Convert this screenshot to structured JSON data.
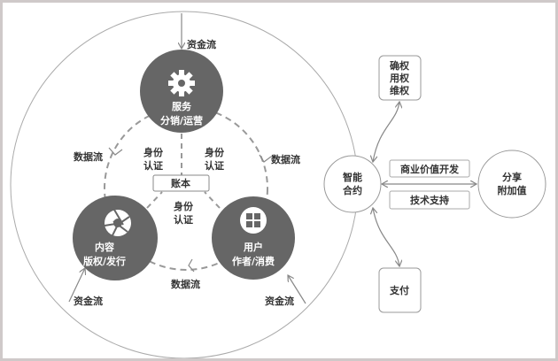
{
  "left": {
    "top_flow": "资金流",
    "service": {
      "line1": "服务",
      "line2": "分销/运营"
    },
    "content": {
      "line1": "内容",
      "line2": "版权/发行"
    },
    "user": {
      "line1": "用户",
      "line2": "作者/消费"
    },
    "ledger": "账本",
    "auth_left": {
      "line1": "身份",
      "line2": "认证"
    },
    "auth_right": {
      "line1": "身份",
      "line2": "认证"
    },
    "auth_center": {
      "line1": "身份",
      "line2": "认证"
    },
    "data_flow_left": "数据流",
    "data_flow_right": "数据流",
    "data_flow_bottom": "数据流",
    "fund_flow_left": "资金流",
    "fund_flow_right": "资金流"
  },
  "right": {
    "smart_contract": {
      "line1": "智能",
      "line2": "合约"
    },
    "rights": {
      "line1": "确权",
      "line2": "用权",
      "line3": "维权"
    },
    "payment": "支付",
    "business_value": "商业价值开发",
    "tech_support": "技术支持",
    "share": {
      "line1": "分享",
      "line2": "附加值"
    }
  },
  "colors": {
    "node_fill": "#666666",
    "line": "#999999"
  }
}
